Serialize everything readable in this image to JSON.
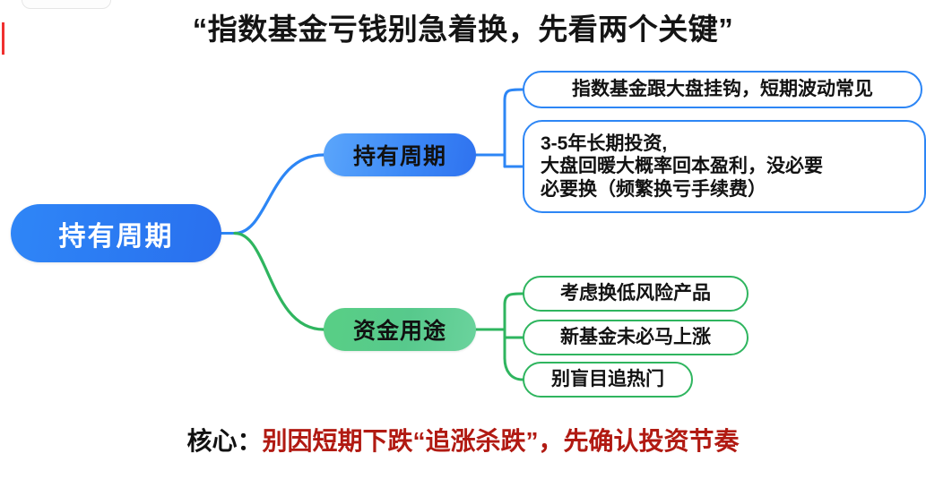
{
  "title": "“指数基金亏钱别急着换，先看两个关键”",
  "footer": {
    "label": "核心：",
    "value": "别因短期下跌“追涨杀跌”，先确认投资节奏"
  },
  "mindmap": {
    "root": {
      "label": "持有周期"
    },
    "branches": [
      {
        "id": "holding-period",
        "label": "持有周期",
        "color": "#2d86f5",
        "leaves": [
          {
            "text": "指数基金跟大盘挂钩，短期波动常见"
          },
          {
            "text": "3-5年长期投资,\n大盘回暖大概率回本盈利，没必要\n必要换（频繁换亏手续费）"
          }
        ]
      },
      {
        "id": "fund-usage",
        "label": "资金用途",
        "color": "#2fb55f",
        "leaves": [
          {
            "text": "考虑换低风险产品"
          },
          {
            "text": "新基金未必马上涨"
          },
          {
            "text": "别盲目追热门"
          }
        ]
      }
    ]
  },
  "colors": {
    "root_blue": "#2b7af2",
    "branch_blue": "#3b87f6",
    "branch_green": "#57c98c",
    "link_blue": "#2d86f5",
    "link_green": "#2fb55f",
    "footer_red": "#b11a12",
    "title_black": "#141414",
    "marker_red": "#f0302f"
  }
}
